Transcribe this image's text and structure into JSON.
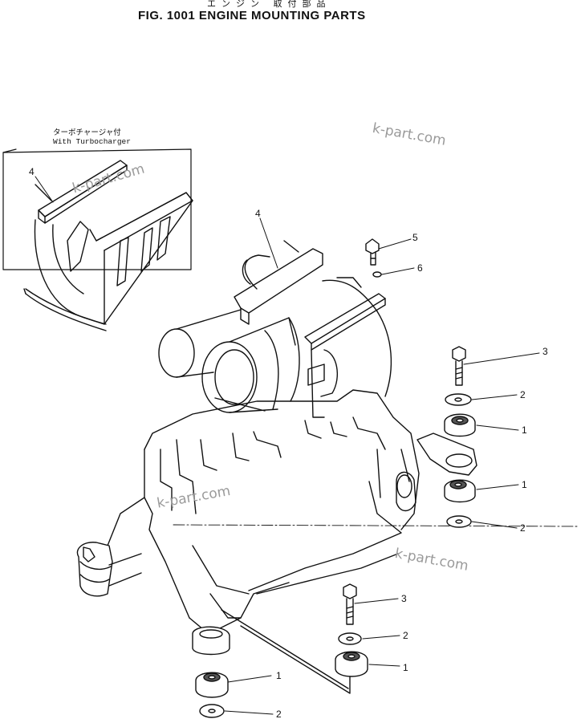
{
  "header": {
    "title_jp": "エンジン 取付部品",
    "title": "FIG. 1001  ENGINE MOUNTING PARTS"
  },
  "inset": {
    "caption_jp": "ターボチャージャ付",
    "caption_en": "With  Turbocharger"
  },
  "watermarks": [
    "k-part.com",
    "k-part.com",
    "k-part.com",
    "k-part.com"
  ],
  "callouts": {
    "inset_bracket": "4",
    "bracket": "4",
    "bolt_small": "5",
    "washer_small": "6",
    "bolt_front_right": "3",
    "washer_front_right_upper": "2",
    "mount_front_right_upper": "1",
    "mount_front_right_lower": "1",
    "washer_front_right_lower": "2",
    "bolt_rear": "3",
    "washer_rear_upper": "2",
    "mount_rear_upper": "1",
    "mount_rear_lower": "1",
    "washer_rear_lower": "2"
  }
}
